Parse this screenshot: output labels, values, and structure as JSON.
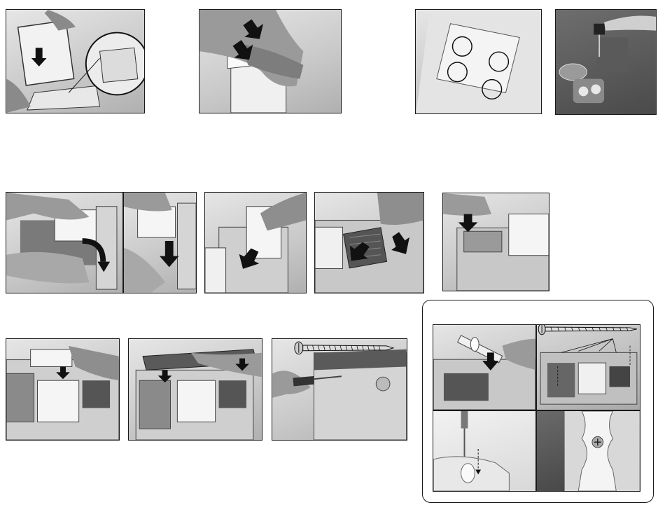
{
  "document": {
    "kind": "assembly-instructions",
    "steps": [
      {
        "id": "row1-a",
        "icons": [
          "hand-icon",
          "down-arrow-icon",
          "magnifier-callout-icon"
        ]
      },
      {
        "id": "row1-b",
        "icons": [
          "hand-icon",
          "press-arrow-icon"
        ]
      },
      {
        "id": "row1-c",
        "icons": [
          "tab-circle-icon"
        ]
      },
      {
        "id": "row1-d",
        "icons": [
          "screwdriver-icon"
        ]
      },
      {
        "id": "row2-a",
        "icons": [
          "hand-icon",
          "rotate-arrow-icon"
        ]
      },
      {
        "id": "row2-b",
        "icons": [
          "hand-icon",
          "down-arrow-icon"
        ]
      },
      {
        "id": "row2-c",
        "icons": [
          "hand-icon",
          "down-arrow-icon"
        ]
      },
      {
        "id": "row2-d",
        "icons": [
          "hand-icon",
          "basket-icon",
          "press-arrow-icon"
        ]
      },
      {
        "id": "row2-e",
        "icons": [
          "hand-icon",
          "down-arrow-icon"
        ]
      },
      {
        "id": "row3-a",
        "icons": [
          "hand-icon",
          "down-arrow-icon"
        ]
      },
      {
        "id": "row3-b",
        "icons": [
          "hand-icon",
          "down-arrow-icon"
        ]
      },
      {
        "id": "row3-c",
        "icons": [
          "screw-icon",
          "screwdriver-icon"
        ]
      },
      {
        "id": "inset-a",
        "icons": [
          "post-icon",
          "down-arrow-icon"
        ]
      },
      {
        "id": "inset-b",
        "icons": [
          "screw-icon",
          "dashed-arrow-icon"
        ]
      },
      {
        "id": "inset-c",
        "icons": [
          "screwdriver-icon"
        ]
      },
      {
        "id": "inset-d",
        "icons": [
          "post-icon",
          "screw-head-icon"
        ]
      }
    ]
  },
  "colors": {
    "frame": "#1a1a1a",
    "panel_light": "#e6e6e6",
    "panel_dark": "#b0b0b0",
    "arrow": "#111111",
    "countertop": "#5a5a5a"
  }
}
